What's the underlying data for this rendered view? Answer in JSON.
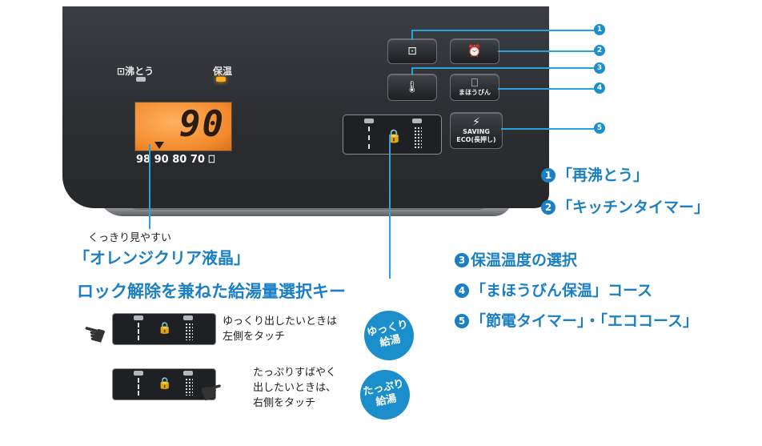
{
  "panel": {
    "indicator_boil": "沸とう",
    "indicator_keep_warm": "保温",
    "lcd_value": "90",
    "scale": "98 90 80 70",
    "buttons": {
      "reboil_label": "",
      "timer_label": "",
      "temp_label": "",
      "mahobin_label": "まほうびん",
      "saving_label": "SAVING",
      "eco_label": "ECO(長押し)"
    }
  },
  "callouts": {
    "n1": "1",
    "n2": "2",
    "n3": "3",
    "n4": "4",
    "n5": "5"
  },
  "features": [
    {
      "num": "1",
      "text": "「再沸とう」"
    },
    {
      "num": "2",
      "text": "「キッチンタイマー」"
    },
    {
      "num": "3",
      "text": "保温温度の選択"
    },
    {
      "num": "4",
      "text": "「まほうびん保温」コース"
    },
    {
      "num": "5",
      "text": "「節電タイマー」・「エココース」"
    }
  ],
  "lcd_caption": {
    "small": "くっきり見やすい",
    "large": "「オレンジクリア液晶」"
  },
  "lock_heading": "ロック解除を兼ねた給湯量選択キー",
  "slow_pour": {
    "text_line1": "ゆっくり出したいときは",
    "text_line2": "左側をタッチ",
    "badge_line1": "ゆっくり",
    "badge_line2": "給湯"
  },
  "fast_pour": {
    "text_line1": "たっぷりすばやく",
    "text_line2": "出したいときは、",
    "text_line3": "右側をタッチ",
    "badge_line1": "たっぷり",
    "badge_line2": "給湯"
  },
  "colors": {
    "accent": "#1a7fc5",
    "line": "#29a3dc",
    "lcd": "#f28a2c",
    "panel": "#2b2d31"
  },
  "icons": [
    "boil-icon",
    "alarm-clock-icon",
    "thermometer-icon",
    "thermos-icon",
    "lightning-icon",
    "lock-icon",
    "hand-icon"
  ]
}
